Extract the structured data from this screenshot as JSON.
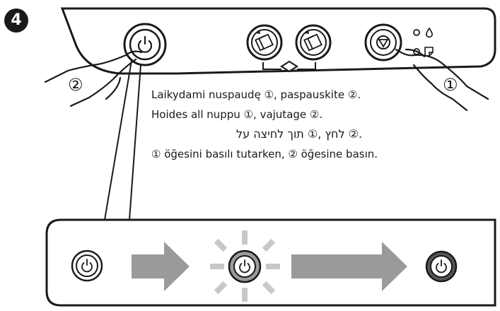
{
  "step": {
    "number": "4"
  },
  "callouts": {
    "left": "②",
    "right": "①"
  },
  "instructions": {
    "lithuanian": "Laikydami nuspaudę ①, paspauskite ②.",
    "estonian": "Hoides all nuppu ①, vajutage ②.",
    "hebrew": ".② לחץ ,① תוך לחיצה על",
    "turkish": "① öğesini basılı tutarken, ② öğesine basın."
  },
  "colors": {
    "outline": "#1a1a1a",
    "arrow_fill": "#9a9a9a",
    "glow": "#c8c8c8",
    "indicator_dark": "#555555",
    "button_fill": "#ffffff"
  },
  "icons": {
    "power": "power-icon",
    "color_copy": "copy-color-icon",
    "bw_copy": "copy-bw-icon",
    "stop": "stop-icon",
    "ink": "ink-drop-icon",
    "paper": "paper-icon",
    "hand": "pointing-hand-icon",
    "arrow": "right-arrow-icon",
    "light_burst": "light-burst-icon"
  }
}
